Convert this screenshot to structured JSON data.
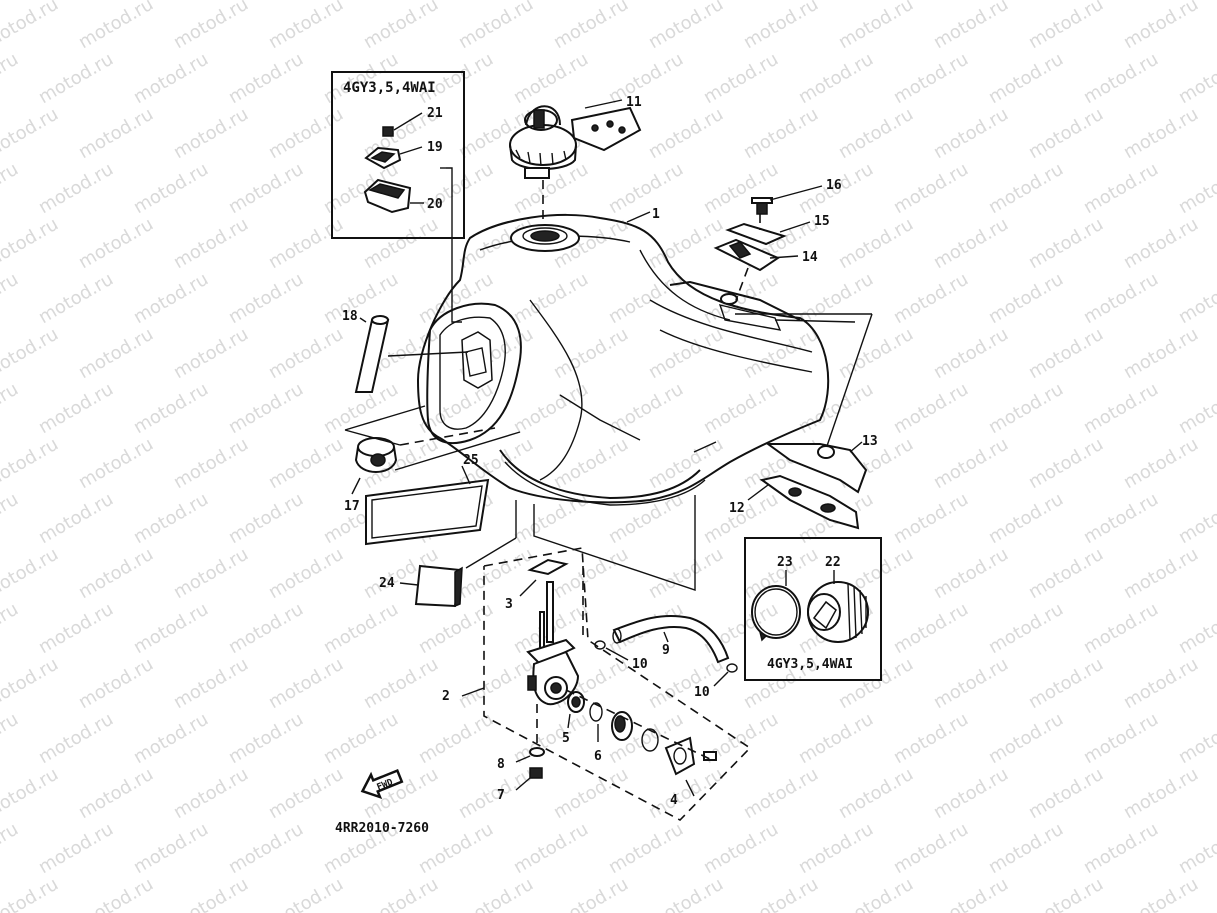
{
  "watermark": "motod.ru",
  "inset_top_label": "4GY3,5,4WAI",
  "inset_bottom_label": "4GY3,5,4WAI",
  "diagram_code": "4RR2010-7260",
  "fwd_label": "FWD",
  "callouts": {
    "c1": "1",
    "c2": "2",
    "c3": "3",
    "c4": "4",
    "c5": "5",
    "c6": "6",
    "c7": "7",
    "c8": "8",
    "c9": "9",
    "c10a": "10",
    "c10b": "10",
    "c11": "11",
    "c12": "12",
    "c13": "13",
    "c14": "14",
    "c15": "15",
    "c16": "16",
    "c17": "17",
    "c18": "18",
    "c19": "19",
    "c20": "20",
    "c21": "21",
    "c22": "22",
    "c23": "23",
    "c24": "24",
    "c25": "25"
  }
}
